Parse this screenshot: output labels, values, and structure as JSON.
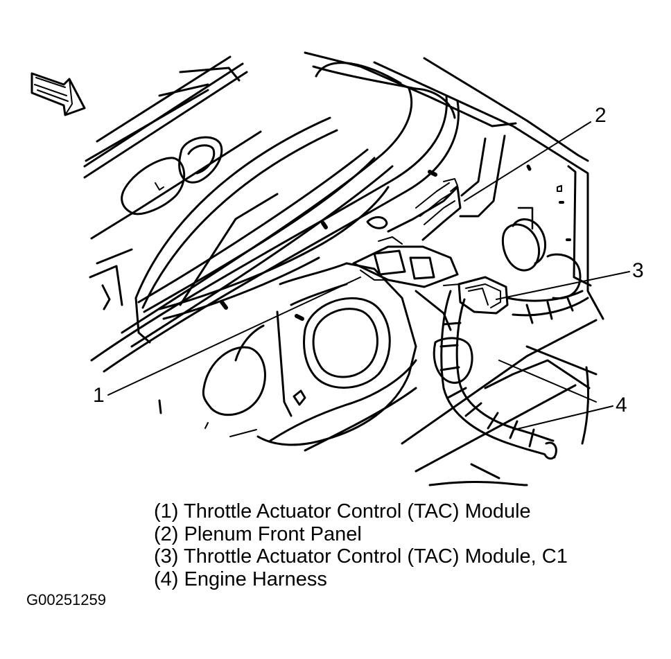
{
  "callouts": {
    "c1": "1",
    "c2": "2",
    "c3": "3",
    "c4": "4"
  },
  "legend": [
    "(1) Throttle Actuator Control (TAC) Module",
    "(2) Plenum Front Panel",
    "(3) Throttle Actuator Control (TAC) Module, C1",
    "(4) Engine Harness"
  ],
  "figure_id": "G00251259",
  "colors": {
    "line": "#000000",
    "background": "#ffffff"
  },
  "icons": {
    "direction_arrow": "forward-arrow-icon"
  }
}
